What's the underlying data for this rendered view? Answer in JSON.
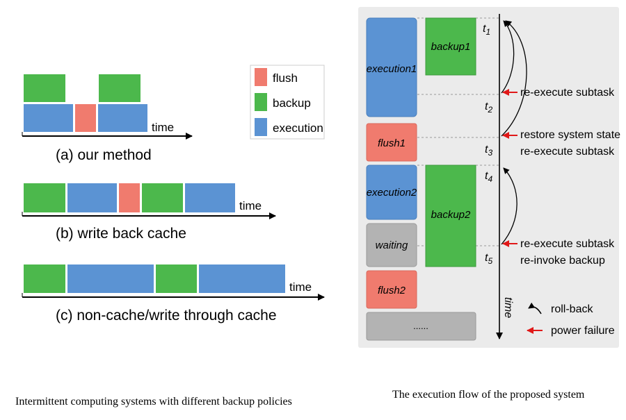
{
  "colors": {
    "flush": "#f07b6e",
    "backup": "#4cb84c",
    "execution": "#5b93d3",
    "waiting": "#b3b3b3",
    "panel_bg": "#ebebeb",
    "failure_arrow": "#e01818"
  },
  "legend": {
    "flush": "flush",
    "backup": "backup",
    "execution": "execution"
  },
  "left": {
    "time_label": "time",
    "caption_a": "(a) our method",
    "caption_b": "(b) write back cache",
    "caption_c": "(c) non-cache/write through cache"
  },
  "right": {
    "blocks": {
      "execution1": "execution1",
      "backup1": "backup1",
      "flush1": "flush1",
      "execution2": "execution2",
      "backup2": "backup2",
      "waiting": "waiting",
      "flush2": "flush2",
      "dots": "......"
    },
    "time_points": {
      "t1": "1",
      "t2": "2",
      "t3": "3",
      "t4": "4",
      "t5": "5",
      "prefix": "t"
    },
    "annotations": {
      "a1": "re-execute subtask",
      "a2": "restore system state",
      "a3": "re-execute subtask",
      "a4": "re-execute subtask",
      "a5": "re-invoke backup"
    },
    "time_axis_label": "time",
    "legend_rollback": "roll-back",
    "legend_power_failure": "power failure"
  },
  "captions": {
    "left": "Intermittent computing systems with different backup policies",
    "right": "The execution flow of the proposed system"
  }
}
